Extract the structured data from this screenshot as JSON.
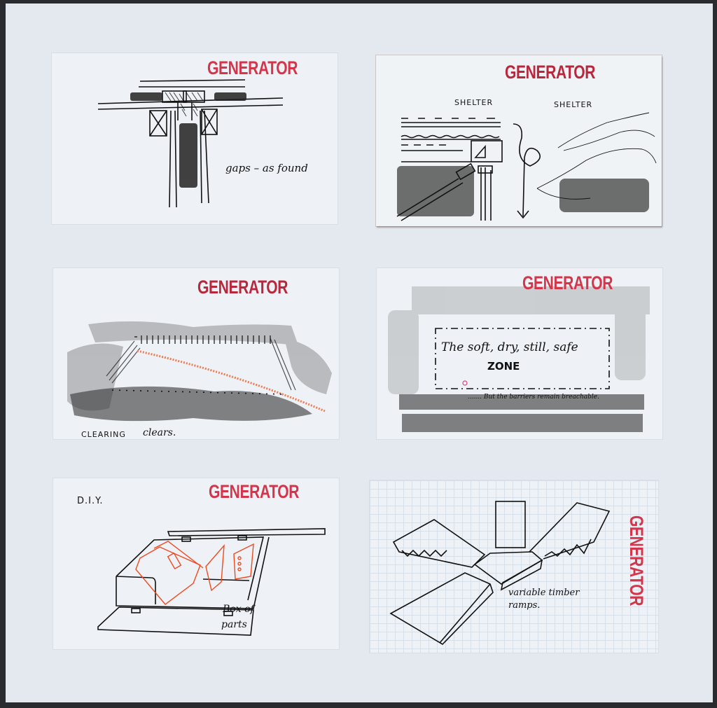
{
  "board": {
    "background": "#e4e9ef",
    "frame": "#2a2b2f",
    "stamp_color": "#d3364a"
  },
  "cards": [
    {
      "id": "gaps",
      "stamp": "GENERATOR",
      "captions": [
        "gaps – as found"
      ]
    },
    {
      "id": "shelter",
      "stamp": "GENERATOR",
      "captions": [
        "SHELTER",
        "SHELTER"
      ]
    },
    {
      "id": "clearing",
      "stamp": "GENERATOR",
      "captions": [
        "CLEARING",
        "clears."
      ]
    },
    {
      "id": "zone",
      "stamp": "GENERATOR",
      "captions": [
        "The soft, dry, still, safe",
        "ZONE",
        "....... But the barriers remain breachable."
      ]
    },
    {
      "id": "diy",
      "stamp": "GENERATOR",
      "captions": [
        "D.I.Y.",
        "Box of",
        "parts"
      ]
    },
    {
      "id": "ramps",
      "stamp": "GENERATOR",
      "captions": [
        "variable timber",
        "ramps."
      ]
    }
  ]
}
